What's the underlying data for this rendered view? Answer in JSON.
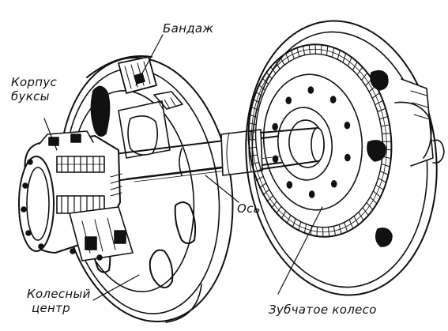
{
  "labels": {
    "bandazh": "Бандаж",
    "korpus_line1": "Корпус",
    "korpus_line2": "буксы",
    "os": "Ось",
    "kolesny_line1": "Колесный",
    "kolesny_line2": "центр",
    "zubchatoe": "Зубчатое колесо"
  }
}
